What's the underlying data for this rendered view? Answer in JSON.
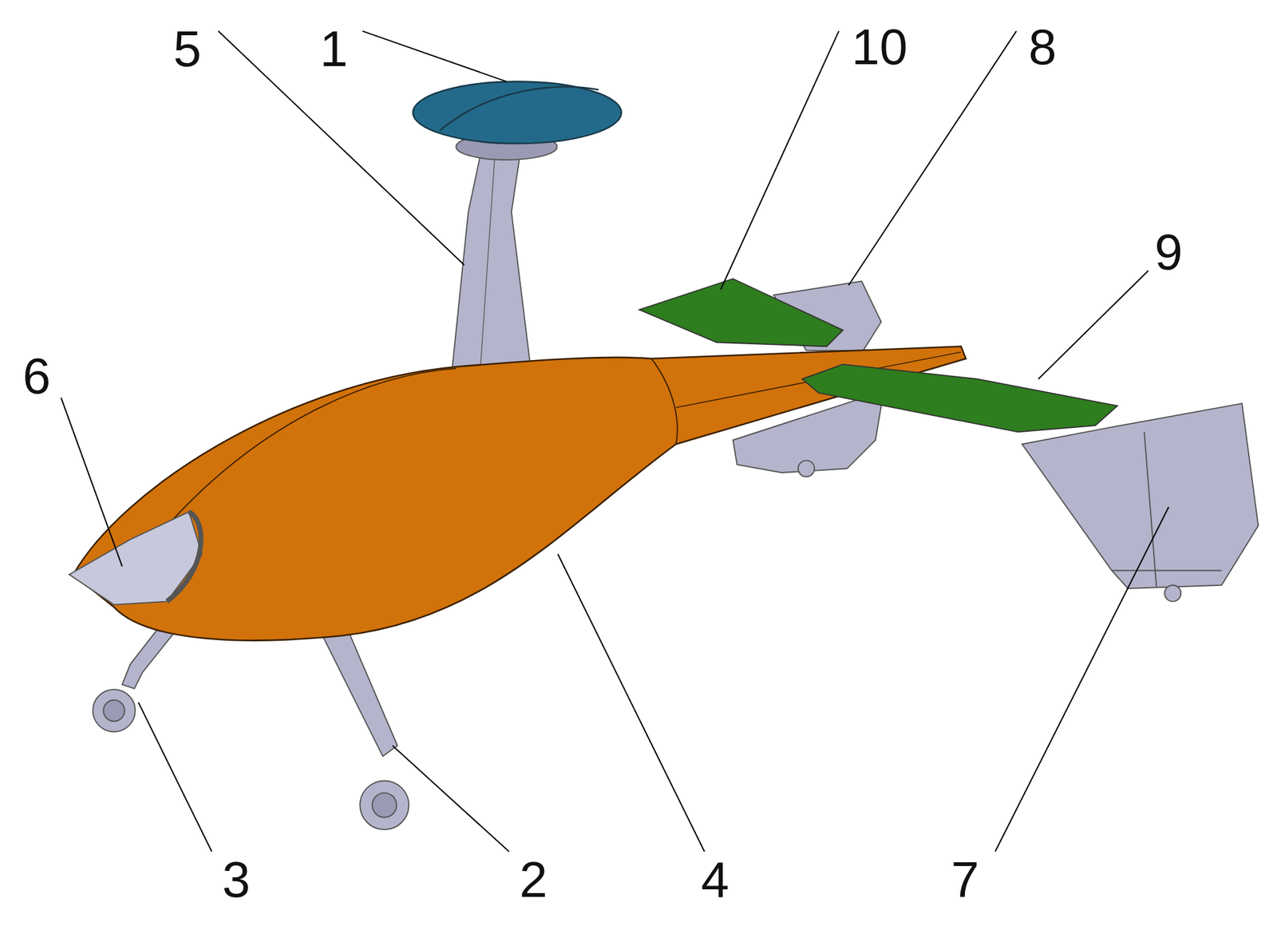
{
  "diagram": {
    "labels": [
      "5",
      "1",
      "10",
      "8",
      "9",
      "6",
      "3",
      "2",
      "4",
      "7"
    ]
  }
}
